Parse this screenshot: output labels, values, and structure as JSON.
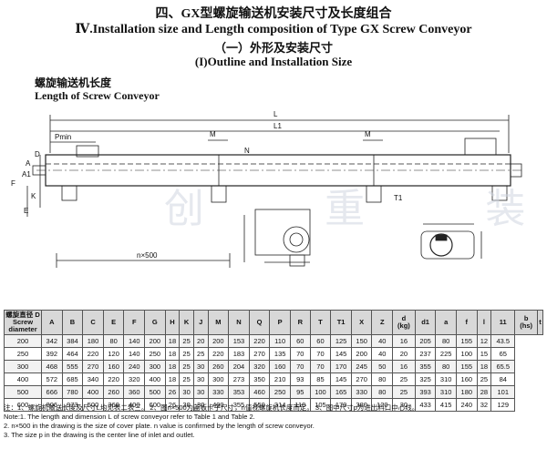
{
  "titles": {
    "zh_main": "四、GX型螺旋输送机安装尺寸及长度组合",
    "en_main": "Ⅳ.Installation size and Length composition of Type GX Screw Conveyor",
    "zh_sub": "（一）外形及安装尺寸",
    "en_sub": "(I)Outline and Installation Size"
  },
  "drawing": {
    "caption_zh": "螺旋输送机长度",
    "caption_en": "Length of Screw Conveyor",
    "labels": {
      "L": "L",
      "L1": "L1",
      "Pmin": "Pmin",
      "M": "M",
      "T1": "T1",
      "N": "N",
      "A": "A",
      "A1": "A1",
      "E": "E",
      "K": "K",
      "F": "F",
      "D": "D",
      "nx500": "n×500"
    },
    "watermark": "中 创 重 装"
  },
  "table": {
    "headers": [
      {
        "line1": "螺旋直径 D",
        "line2": "Screw",
        "line3": "diameter"
      },
      {
        "line1": "A"
      },
      {
        "line1": "B"
      },
      {
        "line1": "C"
      },
      {
        "line1": "E"
      },
      {
        "line1": "F"
      },
      {
        "line1": "G"
      },
      {
        "line1": "H"
      },
      {
        "line1": "K"
      },
      {
        "line1": "J"
      },
      {
        "line1": "M"
      },
      {
        "line1": "N"
      },
      {
        "line1": "Q"
      },
      {
        "line1": "P"
      },
      {
        "line1": "R"
      },
      {
        "line1": "T"
      },
      {
        "line1": "T1"
      },
      {
        "line1": "X"
      },
      {
        "line1": "Z"
      },
      {
        "line1": "d",
        "line2": "(kg)"
      },
      {
        "line1": "d1"
      },
      {
        "line1": "a"
      },
      {
        "line1": "f"
      },
      {
        "line1": "l"
      },
      {
        "line1": "11"
      },
      {
        "line1": "b",
        "line2": "(hs)"
      },
      {
        "line1": "t"
      }
    ],
    "rows": [
      [
        "200",
        "342",
        "384",
        "180",
        "80",
        "140",
        "200",
        "18",
        "25",
        "20",
        "200",
        "153",
        "220",
        "110",
        "60",
        "60",
        "125",
        "150",
        "40",
        "16",
        "205",
        "80",
        "155",
        "12",
        "43.5"
      ],
      [
        "250",
        "392",
        "464",
        "220",
        "120",
        "140",
        "250",
        "18",
        "25",
        "25",
        "220",
        "183",
        "270",
        "135",
        "70",
        "70",
        "145",
        "200",
        "40",
        "20",
        "237",
        "225",
        "100",
        "15",
        "65"
      ],
      [
        "300",
        "468",
        "555",
        "270",
        "160",
        "240",
        "300",
        "18",
        "25",
        "30",
        "260",
        "204",
        "320",
        "160",
        "70",
        "70",
        "170",
        "245",
        "50",
        "16",
        "355",
        "80",
        "155",
        "18",
        "65.5"
      ],
      [
        "400",
        "572",
        "685",
        "340",
        "220",
        "320",
        "400",
        "18",
        "25",
        "30",
        "300",
        "273",
        "350",
        "210",
        "93",
        "85",
        "145",
        "270",
        "80",
        "25",
        "325",
        "310",
        "160",
        "25",
        "84"
      ],
      [
        "500",
        "666",
        "780",
        "400",
        "260",
        "360",
        "500",
        "26",
        "30",
        "30",
        "330",
        "353",
        "460",
        "250",
        "95",
        "100",
        "165",
        "330",
        "80",
        "25",
        "393",
        "310",
        "180",
        "28",
        "101"
      ],
      [
        "600",
        "806",
        "973",
        "500",
        "360",
        "400",
        "600",
        "26",
        "30",
        "30",
        "400",
        "355",
        "550",
        "314",
        "110",
        "105",
        "170",
        "380",
        "120",
        "30",
        "433",
        "415",
        "240",
        "32",
        "129"
      ]
    ]
  },
  "notes": [
    "注：1、螺旋机输送长度及尺寸L均见表二表三。    2、图n×500为盖板卡子尺寸，n值视螺旋机长度而定。    3、图中尺寸p为进出料口中心线。",
    "Note:1. The length and dimension L of screw conveyor refer to Table 1 and Table 2.",
    "2. n×500 in the drawing is the size of cover plate. n value is confirmed by the length of screw conveyor.",
    "3. The size p in the drawing is the center line of inlet and outlet."
  ]
}
